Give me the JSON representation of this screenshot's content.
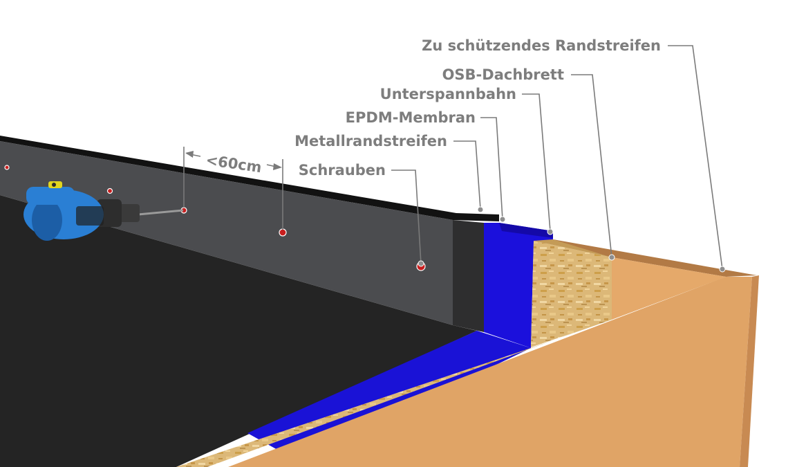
{
  "labels": {
    "edge_strip": "Zu schützendes Randstreifen",
    "osb_board": "OSB-Dachbrett",
    "underlay": "Unterspannbahn",
    "epdm": "EPDM-Membran",
    "metal_strip": "Metallrandstreifen",
    "screws": "Schrauben",
    "spacing": "<60cm"
  },
  "colors": {
    "roof_surface": "#242424",
    "metal_strip": "#4a4a4c",
    "epdm_membrane": "#1a12d6",
    "osb_board": "#d9b575",
    "timber": "#e0a466",
    "screw": "#c81e1e",
    "drill_body": "#2a7fd4",
    "label_text": "#7d7d7d"
  },
  "icons": {
    "drill": "cordless-drill-icon",
    "screw": "screw-head-icon"
  }
}
